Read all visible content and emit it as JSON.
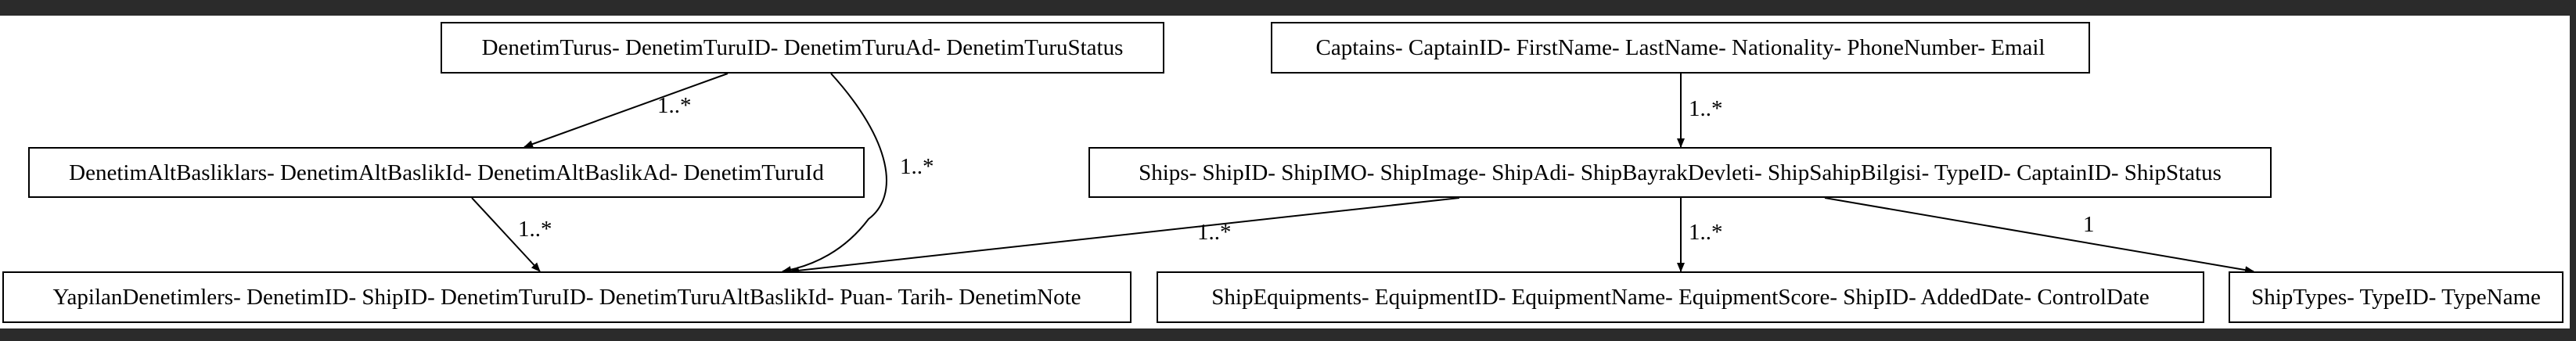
{
  "entities": [
    {
      "id": "denetimturus",
      "label": "DenetimTurus- DenetimTuruID- DenetimTuruAd- DenetimTuruStatus"
    },
    {
      "id": "captains",
      "label": "Captains- CaptainID- FirstName- LastName- Nationality- PhoneNumber- Email"
    },
    {
      "id": "denetimaltbasliklars",
      "label": "DenetimAltBasliklars- DenetimAltBaslikId- DenetimAltBaslikAd- DenetimTuruId"
    },
    {
      "id": "ships",
      "label": "Ships- ShipID- ShipIMO- ShipImage- ShipAdi- ShipBayrakDevleti- ShipSahipBilgisi- TypeID- CaptainID- ShipStatus"
    },
    {
      "id": "yapilandenetimlers",
      "label": "YapilanDenetimlers- DenetimID- ShipID- DenetimTuruID- DenetimTuruAltBaslikId- Puan- Tarih- DenetimNote"
    },
    {
      "id": "shipequipments",
      "label": "ShipEquipments- EquipmentID- EquipmentName- EquipmentScore- ShipID- AddedDate- ControlDate"
    },
    {
      "id": "shiptypes",
      "label": "ShipTypes- TypeID- TypeName"
    }
  ],
  "relations": [
    {
      "from": "denetimturus",
      "to": "denetimaltbasliklars",
      "label": "1..*"
    },
    {
      "from": "denetimturus",
      "to": "yapilandenetimlers",
      "label": "1..*"
    },
    {
      "from": "denetimaltbasliklars",
      "to": "yapilandenetimlers",
      "label": "1..*"
    },
    {
      "from": "ships",
      "to": "yapilandenetimlers",
      "label": "1..*"
    },
    {
      "from": "captains",
      "to": "ships",
      "label": "1..*"
    },
    {
      "from": "ships",
      "to": "shipequipments",
      "label": "1..*"
    },
    {
      "from": "ships",
      "to": "shiptypes",
      "label": "1"
    }
  ]
}
